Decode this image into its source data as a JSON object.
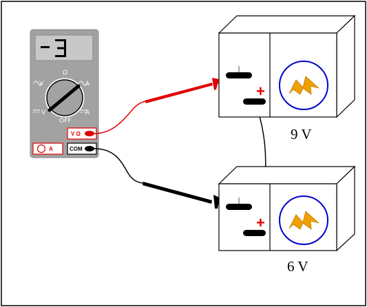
{
  "meter": {
    "display_reading": "-3",
    "dial_labels": {
      "ohm": "Ω",
      "v_ac": "V",
      "a_ac": "A",
      "v_dc": "V",
      "a_dc": "A",
      "off": "OFF"
    },
    "jack_volt_ohm": "V Ω",
    "jack_amp": "A",
    "jack_com": "COM"
  },
  "batteries": [
    {
      "label": "9 V",
      "plus_sign": "+"
    },
    {
      "label": "6 V",
      "plus_sign": "+"
    }
  ],
  "colors": {
    "red_lead": "#e00000",
    "black_lead": "#000000",
    "meter_body": "#a0a0a0",
    "bolt": "#f0a000",
    "circle": "#0000cc"
  }
}
